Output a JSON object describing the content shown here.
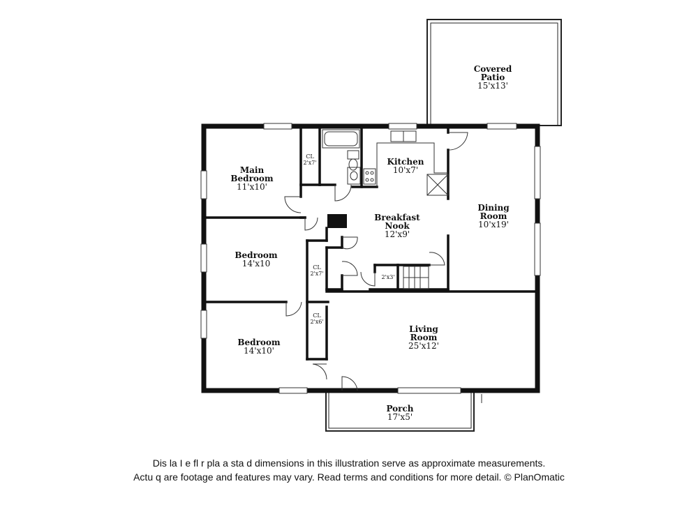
{
  "rooms": {
    "covered_patio": {
      "name_line1": "Covered",
      "name_line2": "Patio",
      "dims": "15'x13'"
    },
    "main_bedroom": {
      "name_line1": "Main",
      "name_line2": "Bedroom",
      "dims": "11'x10'"
    },
    "kitchen": {
      "name": "Kitchen",
      "dims": "10'x7'"
    },
    "dining_room": {
      "name_line1": "Dining",
      "name_line2": "Room",
      "dims": "10'x19'"
    },
    "breakfast_nook": {
      "name_line1": "Breakfast",
      "name_line2": "Nook",
      "dims": "12'x9'"
    },
    "bedroom_2": {
      "name": "Bedroom",
      "dims": "14'x10"
    },
    "bedroom_3": {
      "name": "Bedroom",
      "dims": "14'x10'"
    },
    "living_room": {
      "name_line1": "Living",
      "name_line2": "Room",
      "dims": "25'x12'"
    },
    "porch": {
      "name": "Porch",
      "dims": "17'x5'"
    }
  },
  "closets": {
    "main_closet": {
      "name": "CL",
      "dims": "2'x7'"
    },
    "hall_closet_1": {
      "name": "CL",
      "dims": "2'x7'"
    },
    "hall_closet_2": {
      "name": "CL",
      "dims": "2'x6'"
    },
    "pantry": {
      "dims": "2'x3'"
    }
  },
  "disclaimer": {
    "line1": "Dis la   I e fl r pla a   sta d dimensions in this illustration serve as approximate measurements.",
    "line2": "Actu   q are footage and features may vary. Read terms and conditions for more detail. © PlanOmatic"
  }
}
